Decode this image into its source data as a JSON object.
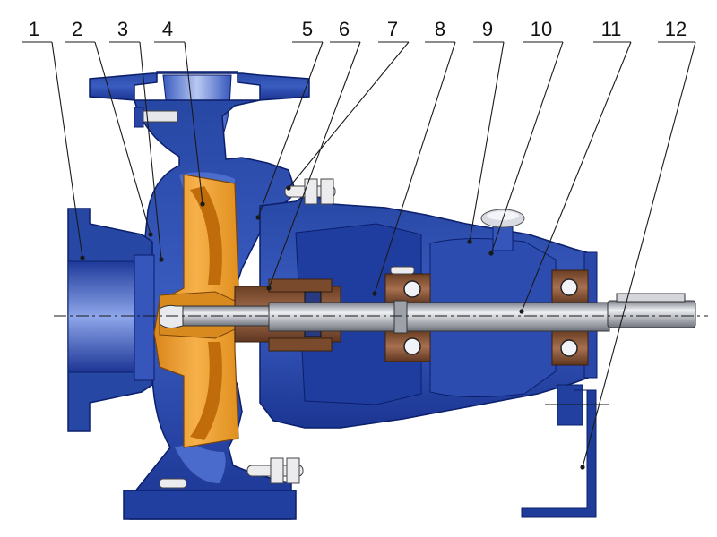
{
  "callouts": [
    {
      "number": "1"
    },
    {
      "number": "2"
    },
    {
      "number": "3"
    },
    {
      "number": "4"
    },
    {
      "number": "5"
    },
    {
      "number": "6"
    },
    {
      "number": "7"
    },
    {
      "number": "8"
    },
    {
      "number": "9"
    },
    {
      "number": "10"
    },
    {
      "number": "11"
    },
    {
      "number": "12"
    }
  ],
  "colors": {
    "casing_blue": "#2d4ea8",
    "casing_dark": "#132c82",
    "casing_light": "#6f8ee0",
    "impeller_orange": "#f2a23a",
    "impeller_dark": "#c97610",
    "bronze": "#8a5a3a",
    "shaft_grey": "#b9bcc4",
    "bolt_white": "#e8e8ea"
  }
}
